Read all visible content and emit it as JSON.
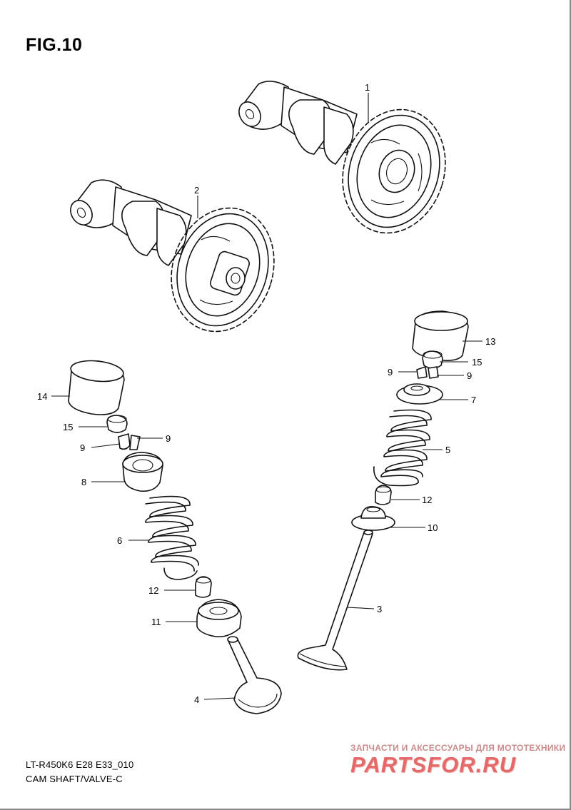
{
  "figure": {
    "title": "FIG.10",
    "code": "LT-R450K6 E28 E33_010",
    "caption": "CAM SHAFT/VALVE-C"
  },
  "callouts": [
    {
      "id": "c1",
      "label": "1"
    },
    {
      "id": "c2",
      "label": "2"
    },
    {
      "id": "c13",
      "label": "13"
    },
    {
      "id": "c15r",
      "label": "15"
    },
    {
      "id": "c9rl",
      "label": "9"
    },
    {
      "id": "c9rr",
      "label": "9"
    },
    {
      "id": "c7",
      "label": "7"
    },
    {
      "id": "c5",
      "label": "5"
    },
    {
      "id": "c12r",
      "label": "12"
    },
    {
      "id": "c10",
      "label": "10"
    },
    {
      "id": "c3",
      "label": "3"
    },
    {
      "id": "c14",
      "label": "14"
    },
    {
      "id": "c15l",
      "label": "15"
    },
    {
      "id": "c9ll",
      "label": "9"
    },
    {
      "id": "c9lr",
      "label": "9"
    },
    {
      "id": "c8",
      "label": "8"
    },
    {
      "id": "c6",
      "label": "6"
    },
    {
      "id": "c12l",
      "label": "12"
    },
    {
      "id": "c11",
      "label": "11"
    },
    {
      "id": "c4",
      "label": "4"
    }
  ],
  "watermark": {
    "tagline": "ЗАПЧАСТИ И АКСЕССУАРЫ ДЛЯ МОТОТЕХНИКИ",
    "brand": "PARTSFOR.RU",
    "color": "#e46a6a"
  }
}
